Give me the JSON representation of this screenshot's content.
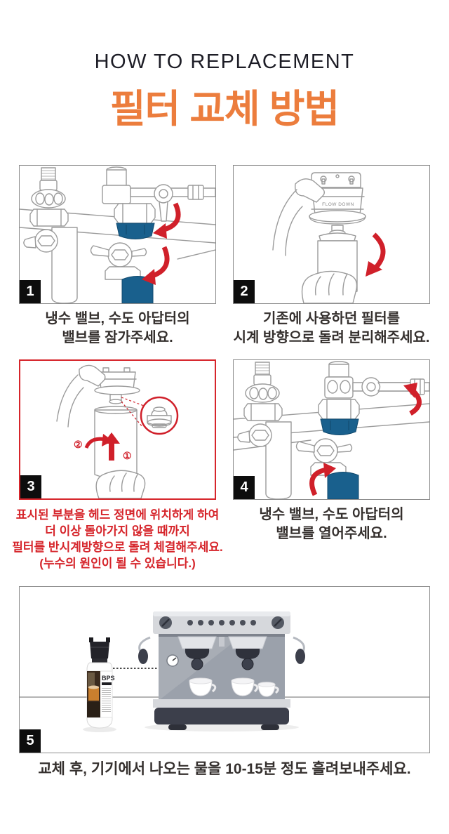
{
  "header": {
    "eyebrow": "HOW TO REPLACEMENT",
    "title": "필터 교체 방법"
  },
  "steps": [
    {
      "number": "1",
      "caption_lines": [
        "냉수 밸브, 수도 아답터의",
        "밸브를 잠가주세요."
      ],
      "illustration": "cold-water-valve-and-adapter-valves-being-closed-with-red-rotation-arrows"
    },
    {
      "number": "2",
      "caption_lines": [
        "기존에 사용하던 필터를",
        "시계 방향으로 돌려 분리해주세요."
      ],
      "head_label": "FLOW DOWN",
      "illustration": "hand-unscrewing-old-filter-clockwise-red-arrow"
    },
    {
      "number": "3",
      "caption_lines": [
        "표시된 부분을 헤드 정면에 위치하게 하여",
        "더 이상 돌아가지 않을 때까지",
        "필터를 반시계방향으로 돌려 체결해주세요.",
        "(누수의 원인이 될 수 있습니다.)"
      ],
      "marker_up": "①",
      "marker_rotate": "②",
      "illustration": "hand-installing-new-filter-with-red-detail-inset-circle"
    },
    {
      "number": "4",
      "caption_lines": [
        "냉수 밸브, 수도 아답터의",
        "밸브를 열어주세요."
      ],
      "illustration": "cold-water-valve-and-adapter-valves-being-opened-with-red-rotation-arrows"
    },
    {
      "number": "5",
      "caption_lines": [
        "교체 후, 기기에서 나오는 물을 10-15분 정도 흘려보내주세요."
      ],
      "bottle_label": "BPS",
      "illustration": "replacement-filter-bottle-connected-by-hose-to-espresso-machine"
    }
  ],
  "colors": {
    "accent_orange": "#ec7d3d",
    "warning_red": "#d6252b",
    "arrow_red": "#d0202a",
    "valve_blue": "#19608d",
    "badge_black": "#0d0d0d",
    "text_dark": "#35302e",
    "line_art_gray": "#9b9b9b",
    "box_border_gray": "#8d8d8d"
  }
}
